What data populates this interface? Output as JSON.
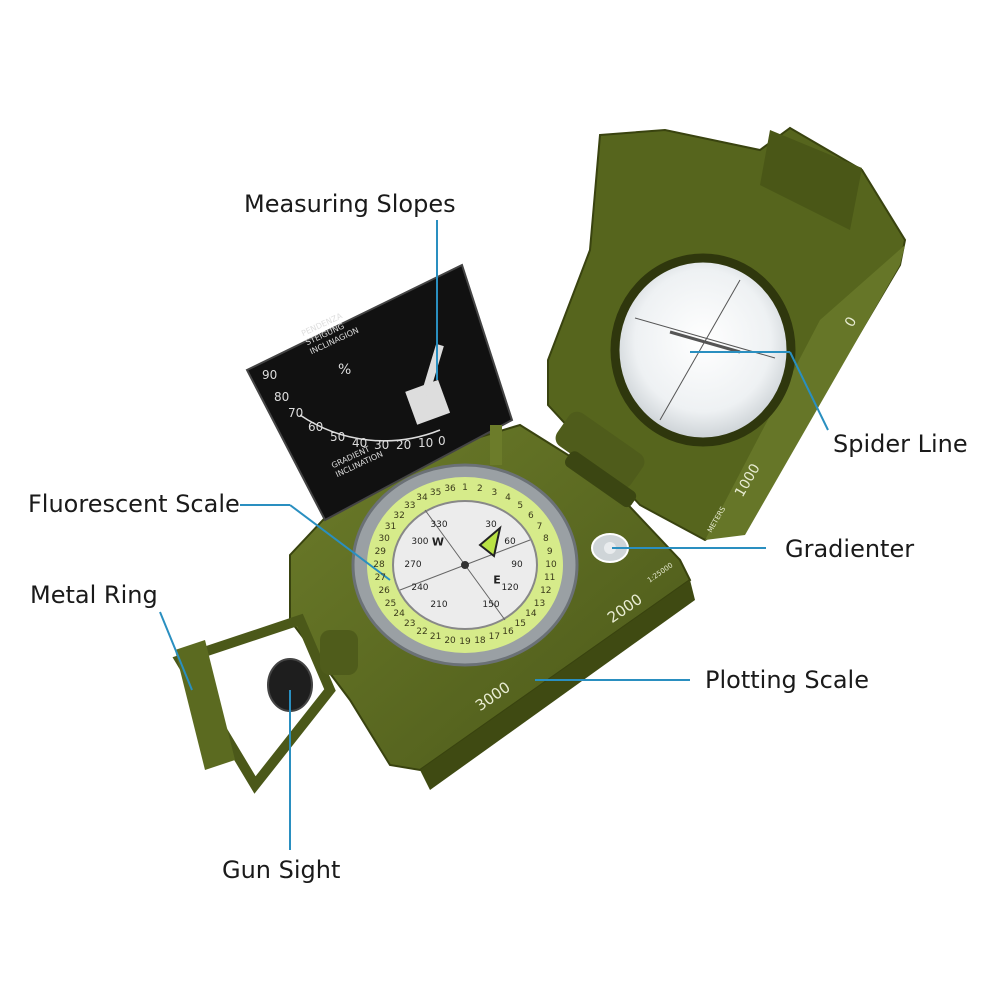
{
  "labels": {
    "measuring_slopes": "Measuring Slopes",
    "spider_line": "Spider Line",
    "fluorescent_scale": "Fluorescent Scale",
    "gradienter": "Gradienter",
    "metal_ring": "Metal Ring",
    "plotting_scale": "Plotting Scale",
    "gun_sight": "Gun Sight"
  },
  "clinometer": {
    "header_lines": [
      "PENDENZA",
      "STEIGUNG",
      "INCLINAGION"
    ],
    "footer_lines": [
      "GRADIENT",
      "INCLINATION"
    ],
    "percent_symbol": "%",
    "degree_ticks": [
      "90",
      "80",
      "70",
      "60",
      "50",
      "40",
      "30",
      "20",
      "10",
      "0"
    ]
  },
  "bezel": {
    "numbers": [
      "1",
      "2",
      "3",
      "4",
      "5",
      "6",
      "7",
      "8",
      "9",
      "10",
      "11",
      "12",
      "13",
      "14",
      "15",
      "16",
      "17",
      "18",
      "19",
      "20",
      "21",
      "22",
      "23",
      "24",
      "25",
      "26",
      "27",
      "28",
      "29",
      "30",
      "31",
      "32",
      "33",
      "34",
      "35",
      "36"
    ]
  },
  "dial": {
    "degree_labels": [
      "330",
      "30",
      "60",
      "90",
      "120",
      "150",
      "210",
      "240",
      "270",
      "300"
    ],
    "cardinal_labels": [
      "W",
      "E"
    ]
  },
  "base_scale": {
    "marks": [
      "3000",
      "2000"
    ],
    "ratio": "1:25000"
  },
  "lid_scale": {
    "marks": [
      "0",
      "1000"
    ],
    "unit": "METERS"
  },
  "colors": {
    "olive": "#5b6a20",
    "olive_dark": "#3d4814",
    "fluorescent": "#d6eb8a",
    "leader_line": "#2a8fc0"
  }
}
